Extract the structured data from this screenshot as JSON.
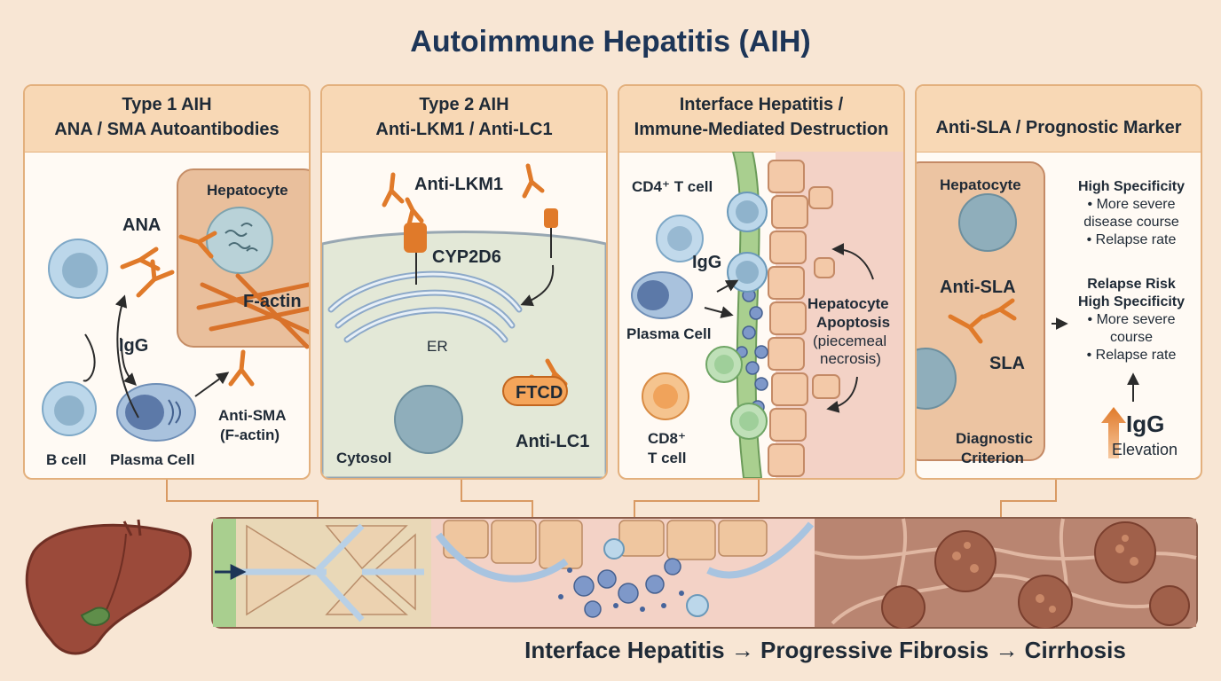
{
  "title": "Autoimmune Hepatitis (AIH)",
  "panels": [
    {
      "title_line1": "Type 1 AIH",
      "title_line2": "ANA / SMA Autoantibodies",
      "labels": {
        "hepatocyte": "Hepatocyte",
        "ana": "ANA",
        "f_actin": "F-actin",
        "igg": "IgG",
        "anti_sma": "Anti-SMA",
        "anti_sma_sub": "(F-actin)",
        "b_cell": "B cell",
        "plasma_cell": "Plasma Cell"
      }
    },
    {
      "title_line1": "Type 2 AIH",
      "title_line2": "Anti-LKM1 / Anti-LC1",
      "labels": {
        "anti_lkm1": "Anti-LKM1",
        "cyp2d6": "CYP2D6",
        "er": "ER",
        "ftcd": "FTCD",
        "cytosol": "Cytosol",
        "anti_lc1": "Anti-LC1"
      }
    },
    {
      "title_line1": "Interface Hepatitis /",
      "title_line2": "Immune-Mediated Destruction",
      "labels": {
        "cd4": "CD4⁺ T cell",
        "igg": "IgG",
        "plasma_cell": "Plasma Cell",
        "cd8_line1": "CD8⁺",
        "cd8_line2": "T cell",
        "apoptosis_line1": "Hepatocyte",
        "apoptosis_line2": "Apoptosis",
        "apoptosis_line3": "(piecemeal",
        "apoptosis_line4": "necrosis)"
      }
    },
    {
      "title_line1": "Anti-SLA / Prognostic Marker",
      "title_line2": "",
      "labels": {
        "hepatocyte": "Hepatocyte",
        "anti_sla": "Anti-SLA",
        "sla": "SLA",
        "diagnostic_line1": "Diagnostic",
        "diagnostic_line2": "Criterion",
        "spec_heading": "High Specificity",
        "spec_b1": "• More severe",
        "spec_b2": "disease course",
        "spec_b3": "• Relapse rate",
        "relapse_heading1": "Relapse Risk",
        "relapse_heading2": "High Specificity",
        "relapse_b1": "• More severe",
        "relapse_b2": "course",
        "relapse_b3": "• Relapse rate",
        "igg": "IgG",
        "elevation": "Elevation"
      }
    }
  ],
  "footer": "Interface Hepatitis → Progressive Fibrosis → Cirrhosis",
  "colors": {
    "background": "#f8e6d4",
    "panel_border": "#e3b07d",
    "header_fill": "#f8d8b5",
    "antibody": "#e07a2a",
    "cell_blue": "#8fb3cc",
    "cell_green": "#9fcf9a",
    "liver": "#9b4a3a"
  }
}
